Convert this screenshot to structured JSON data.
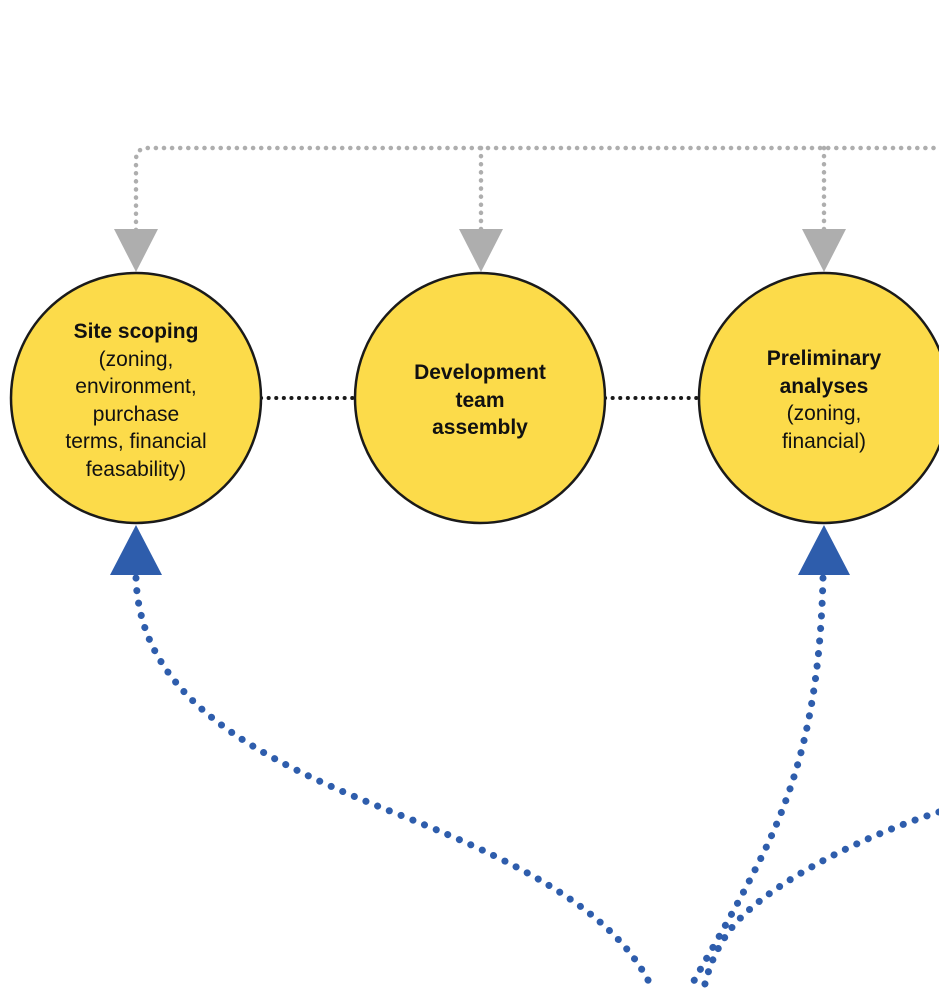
{
  "nodes": [
    {
      "id": "site-scoping",
      "title": "Site scoping",
      "subtitle_lines": [
        "(zoning,",
        "environment,",
        "purchase",
        "terms, financial",
        "feasability)"
      ]
    },
    {
      "id": "development-team-assembly",
      "title_lines": [
        "Development",
        "team",
        "assembly"
      ]
    },
    {
      "id": "preliminary-analyses",
      "title_lines": [
        "Preliminary",
        "analyses"
      ],
      "subtitle_lines": [
        "(zoning,",
        "financial)"
      ]
    }
  ],
  "colors": {
    "node_fill": "#FCDB4A",
    "node_stroke": "#1a1a1a",
    "feedback_arrow": "#AEAEAE",
    "input_arrow": "#2E5DAC",
    "connector": "#1a1a1a"
  }
}
